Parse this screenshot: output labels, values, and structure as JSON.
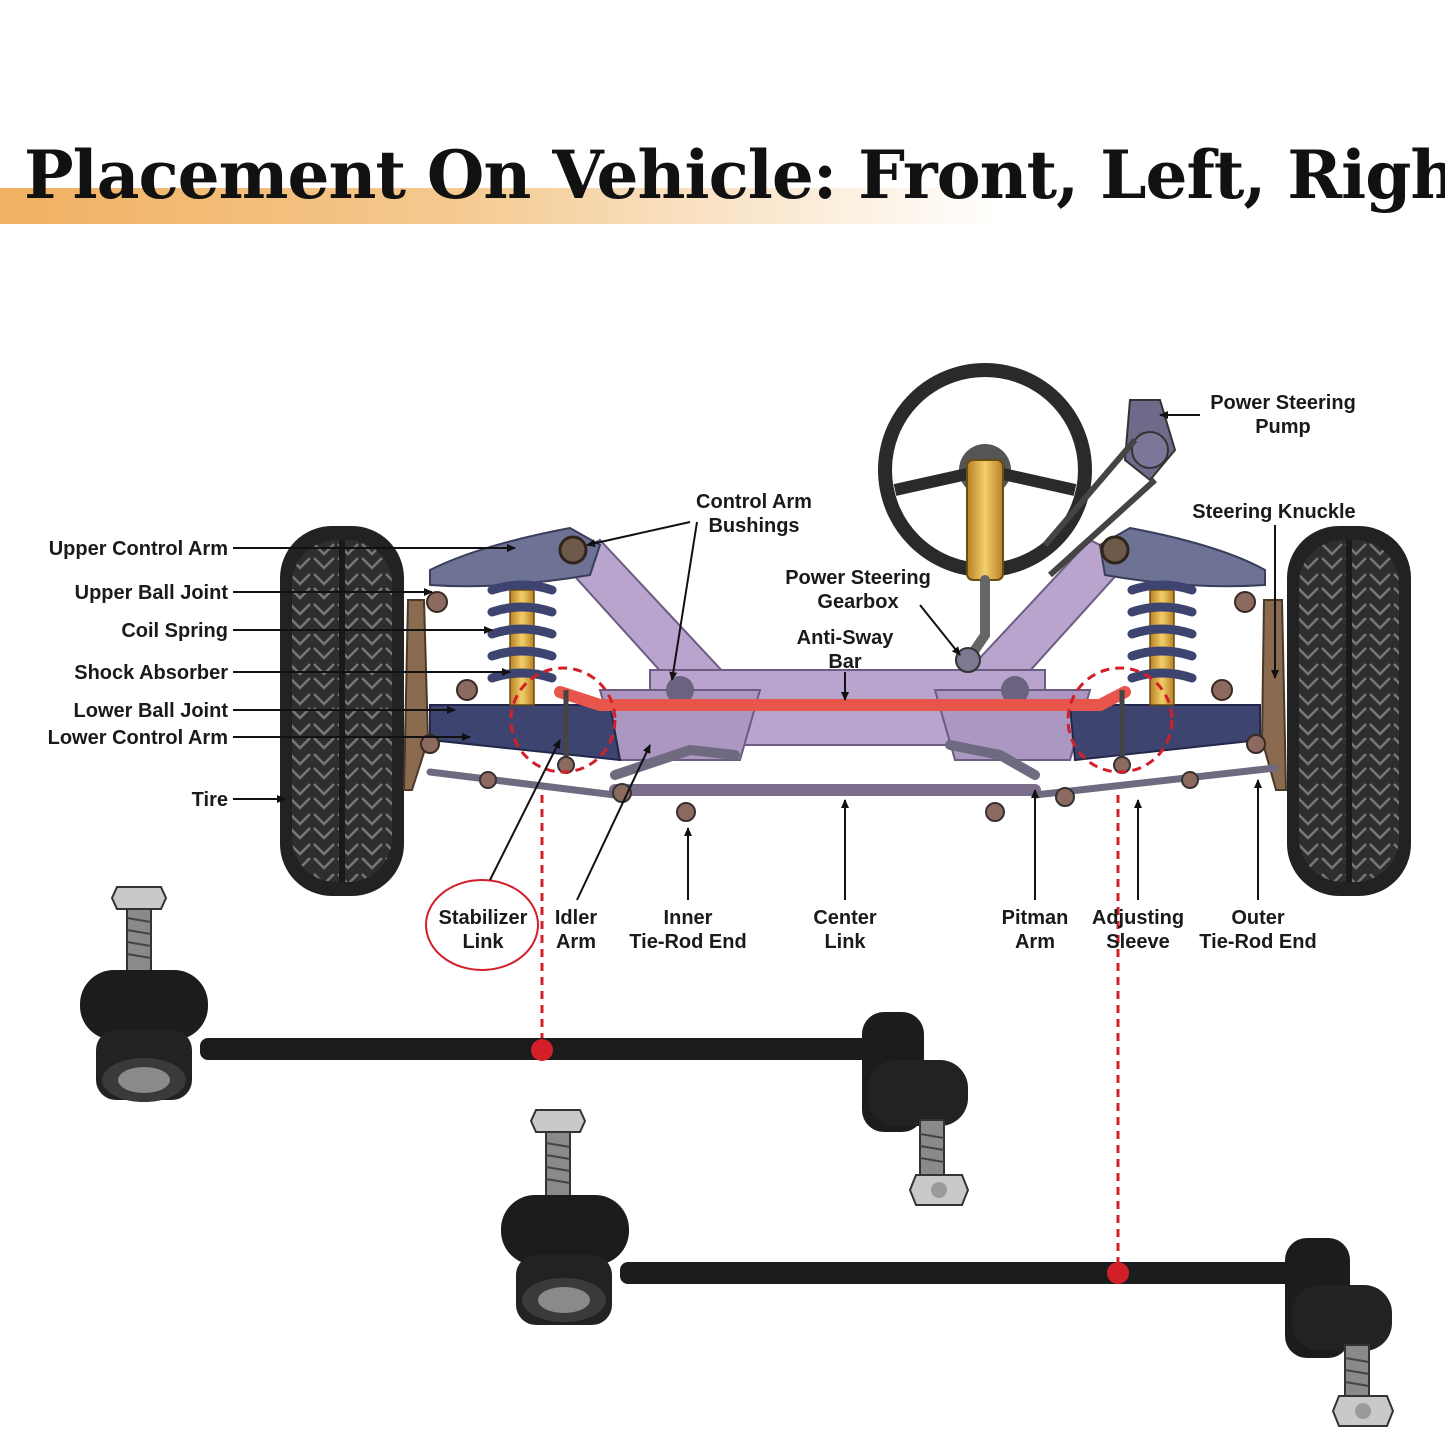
{
  "title": "Placement On Vehicle: Front, Left, Right",
  "colors": {
    "title_band": "#f1b061",
    "frame": "#b8a4cc",
    "control_arm": "#6e7294",
    "spring": "#3d4470",
    "shock": "#e8b54a",
    "sway_bar": "#e8554a",
    "highlight": "#d21f2a",
    "tire": "#2a2a2a",
    "link_part": "#1c1c1c"
  },
  "labels": {
    "upper_control_arm": "Upper Control Arm",
    "upper_ball_joint": "Upper Ball Joint",
    "coil_spring": "Coil Spring",
    "shock_absorber": "Shock Absorber",
    "lower_ball_joint": "Lower Ball Joint",
    "lower_control_arm": "Lower Control Arm",
    "tire": "Tire",
    "control_arm_bushings_1": "Control Arm",
    "control_arm_bushings_2": "Bushings",
    "power_steering_gearbox_1": "Power Steering",
    "power_steering_gearbox_2": "Gearbox",
    "anti_sway_bar_1": "Anti-Sway",
    "anti_sway_bar_2": "Bar",
    "power_steering_pump_1": "Power Steering",
    "power_steering_pump_2": "Pump",
    "steering_knuckle": "Steering Knuckle",
    "stabilizer_link_1": "Stabilizer",
    "stabilizer_link_2": "Link",
    "idler_arm_1": "Idler",
    "idler_arm_2": "Arm",
    "inner_tie_rod_end_1": "Inner",
    "inner_tie_rod_end_2": "Tie-Rod End",
    "center_link_1": "Center",
    "center_link_2": "Link",
    "pitman_arm_1": "Pitman",
    "pitman_arm_2": "Arm",
    "adjusting_sleeve_1": "Adjusting",
    "adjusting_sleeve_2": "Sleeve",
    "outer_tie_rod_end_1": "Outer",
    "outer_tie_rod_end_2": "Tie-Rod End"
  }
}
